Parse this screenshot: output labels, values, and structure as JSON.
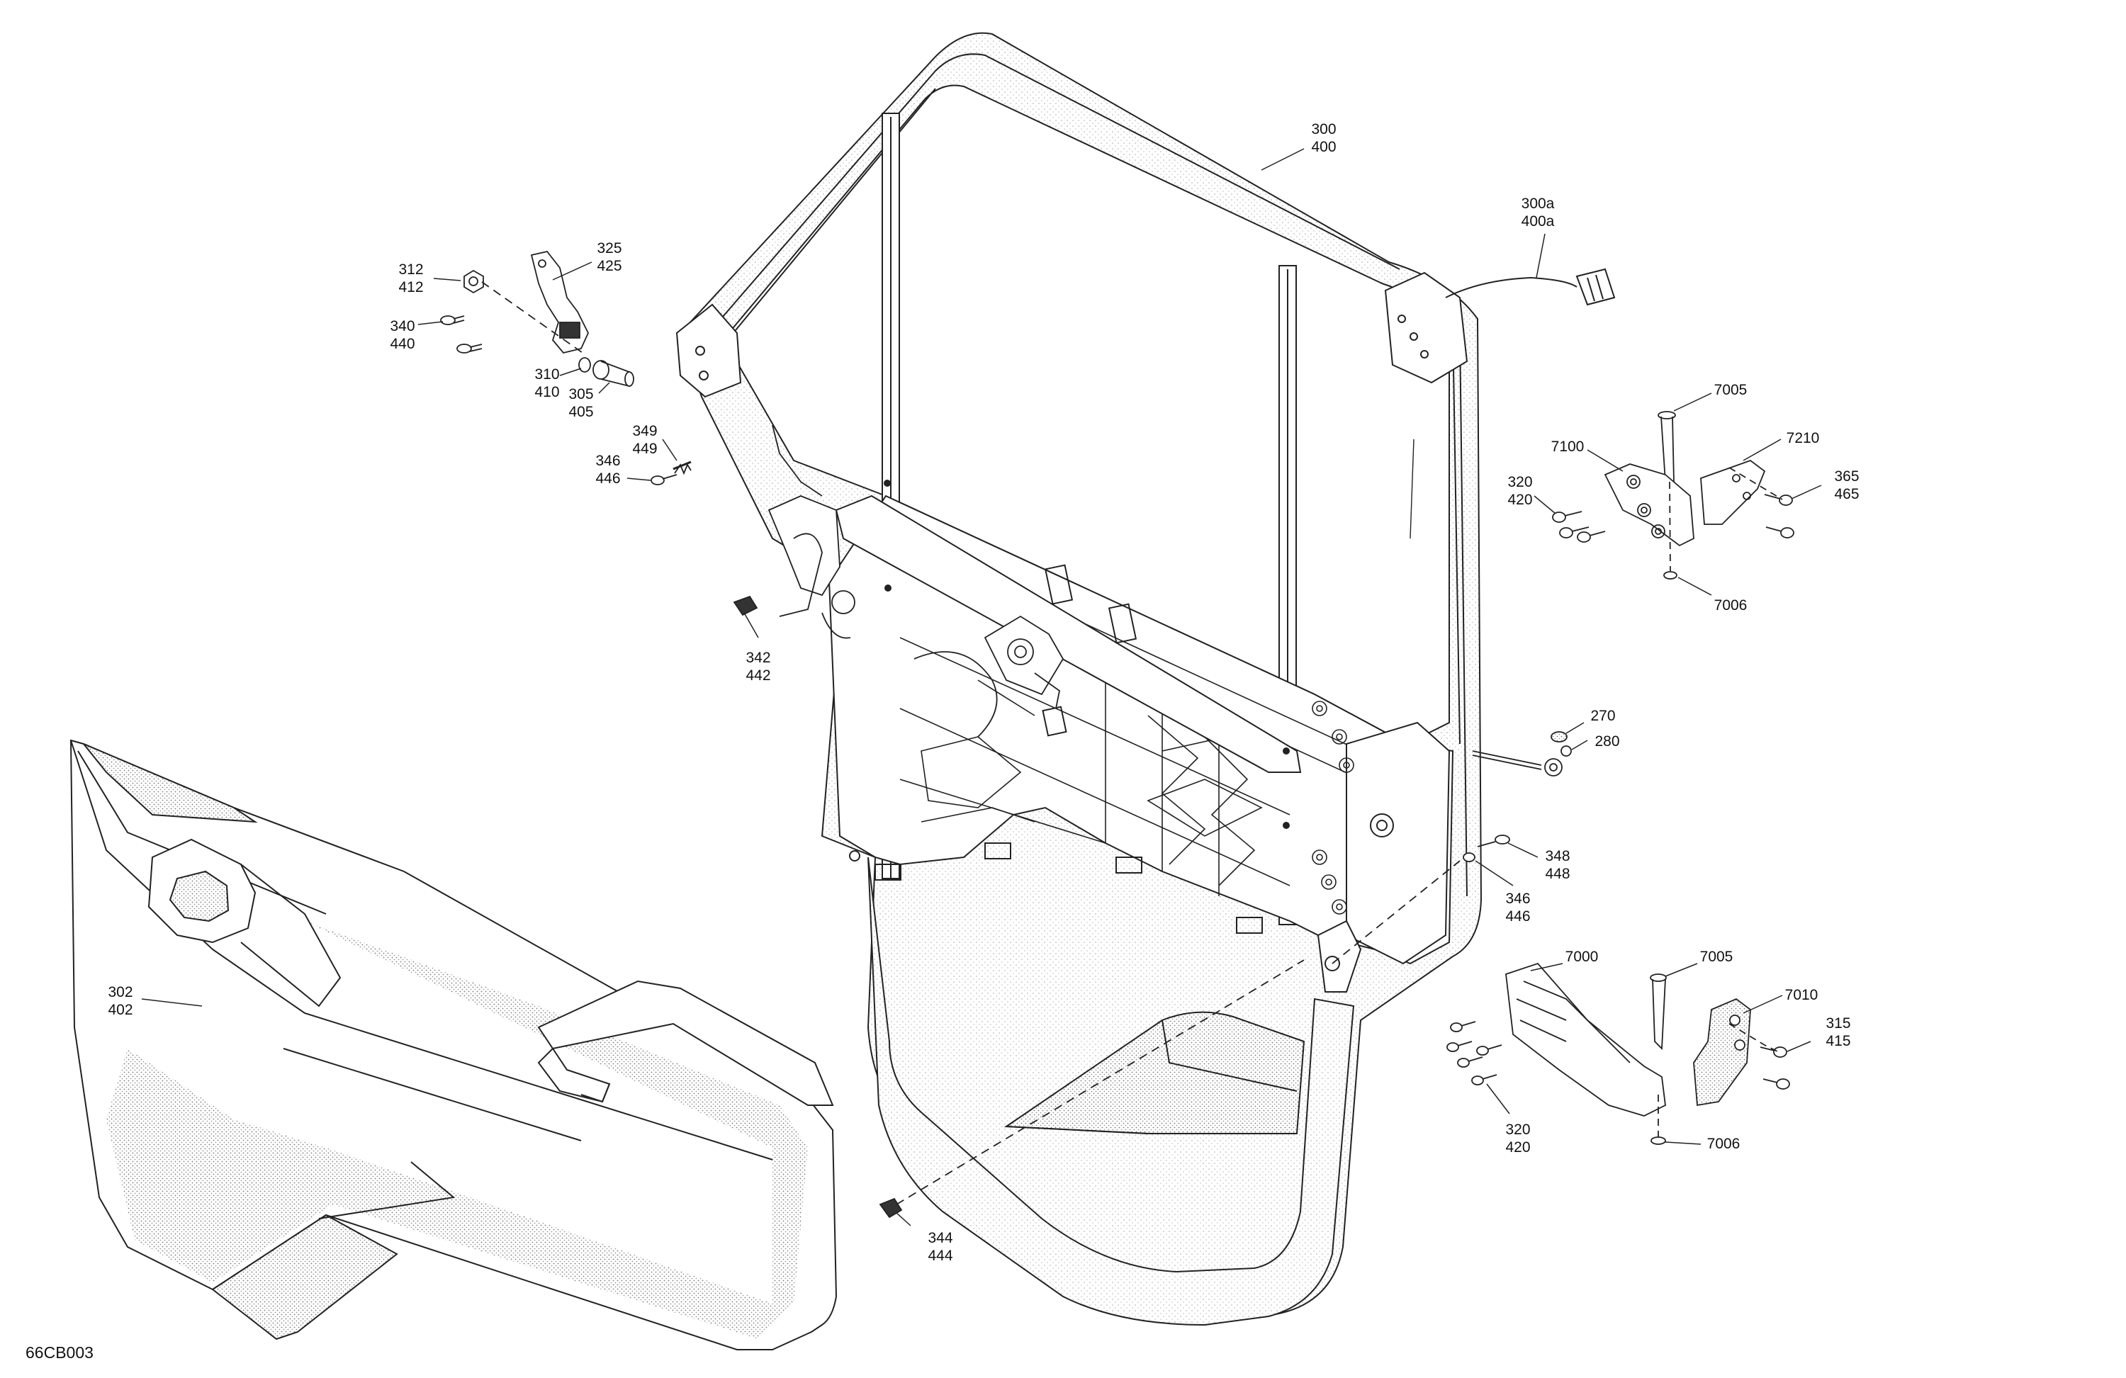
{
  "drawing_code": "66CB003",
  "callouts": {
    "c300": [
      "300",
      "400"
    ],
    "c300a": [
      "300a",
      "400a"
    ],
    "c312": [
      "312",
      "412"
    ],
    "c325": [
      "325",
      "425"
    ],
    "c340": [
      "340",
      "440"
    ],
    "c310": [
      "310",
      "410"
    ],
    "c305": [
      "305",
      "405"
    ],
    "c349": [
      "349",
      "449"
    ],
    "c346a": [
      "346",
      "446"
    ],
    "c342": [
      "342",
      "442"
    ],
    "c7005a": [
      "7005"
    ],
    "c7100": [
      "7100"
    ],
    "c7210": [
      "7210"
    ],
    "c320a": [
      "320",
      "420"
    ],
    "c365": [
      "365",
      "465"
    ],
    "c7006a": [
      "7006"
    ],
    "c270": [
      "270"
    ],
    "c280": [
      "280"
    ],
    "c348": [
      "348",
      "448"
    ],
    "c346b": [
      "346",
      "446"
    ],
    "c302": [
      "302",
      "402"
    ],
    "c7000": [
      "7000"
    ],
    "c7005b": [
      "7005"
    ],
    "c7010": [
      "7010"
    ],
    "c315": [
      "315",
      "415"
    ],
    "c320b": [
      "320",
      "420"
    ],
    "c7006b": [
      "7006"
    ],
    "c344": [
      "344",
      "444"
    ]
  },
  "colors": {
    "line": "#222222",
    "hatch": "#8a8a8a",
    "background": "#ffffff"
  }
}
